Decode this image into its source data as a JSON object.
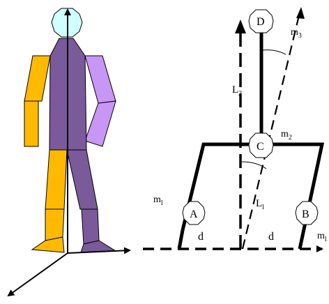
{
  "labels": {
    "node_a": "A",
    "node_b": "B",
    "node_c": "C",
    "node_d": "D",
    "length_upper": "L",
    "length_upper_sub": "2",
    "length_lower": "L",
    "length_lower_sub": "l",
    "mass_top": "m",
    "mass_top_sub": "3",
    "mass_hip": "m",
    "mass_hip_sub": "2",
    "mass_leg_left": "m",
    "mass_leg_left_sub": "l",
    "mass_leg_right": "m",
    "mass_leg_right_sub": "l",
    "dist_left": "d",
    "dist_right": "d"
  },
  "colors": {
    "body_purple": "#7a5a9a",
    "right_arm_lilac": "#c896f5",
    "left_limb_orange": "#ffba00",
    "head_cyan": "#cfffff",
    "line_black": "#000000"
  }
}
